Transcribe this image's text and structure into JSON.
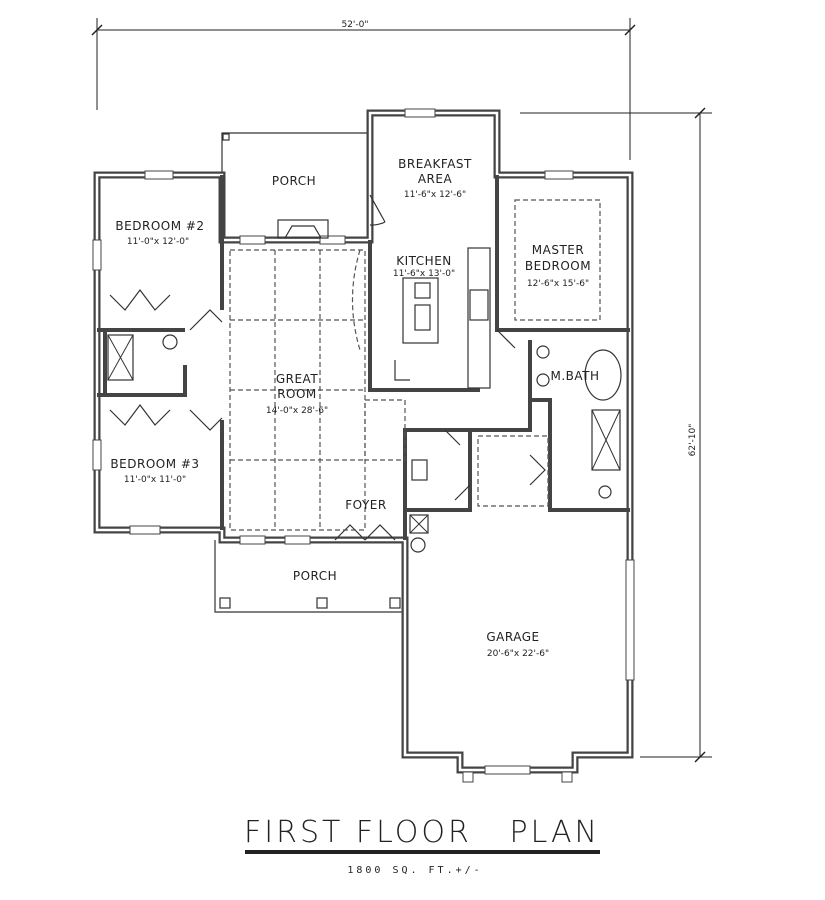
{
  "dimensions": {
    "width": "52'-0\"",
    "depth": "62'-10\""
  },
  "rooms": {
    "porch_rear": {
      "name": "PORCH"
    },
    "breakfast": {
      "name_line1": "BREAKFAST",
      "name_line2": "AREA",
      "size": "11'-6\"x 12'-6\""
    },
    "kitchen": {
      "name": "KITCHEN",
      "size": "11'-6\"x 13'-0\""
    },
    "master": {
      "name_line1": "MASTER",
      "name_line2": "BEDROOM",
      "size": "12'-6\"x 15'-6\""
    },
    "bedroom2": {
      "name": "BEDROOM #2",
      "size": "11'-0\"x 12'-0\""
    },
    "great_room": {
      "name_line1": "GREAT",
      "name_line2": "ROOM",
      "size": "14'-0\"x 28'-6\""
    },
    "master_bath": {
      "name": "M.BATH"
    },
    "bedroom3": {
      "name": "BEDROOM #3",
      "size": "11'-0\"x 11'-0\""
    },
    "foyer": {
      "name": "FOYER"
    },
    "porch_front": {
      "name": "PORCH"
    },
    "garage": {
      "name": "GARAGE",
      "size": "20'-6\"x 22'-6\""
    }
  },
  "title": {
    "main": "FIRST FLOOR   PLAN",
    "area": "1800 SQ. FT.+/-"
  }
}
